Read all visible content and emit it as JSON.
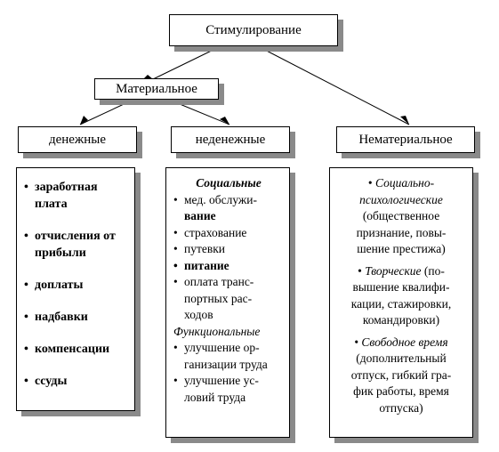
{
  "root": {
    "label": "Стимулирование"
  },
  "material": {
    "label": "Материальное"
  },
  "monetary": {
    "label": "денежные",
    "items": [
      "заработная плата",
      "отчисления от прибыли",
      "доплаты",
      "надбавки",
      "компенсации",
      "ссуды"
    ]
  },
  "nonmonetary": {
    "label": "неденежные",
    "social_header": "Социальные",
    "social_items": [
      "мед. обслужи-",
      "вание",
      "страхование",
      "путевки",
      "питание",
      "оплата транс-",
      "портных рас-",
      "ходов"
    ],
    "functional_header": "Функциональные",
    "functional_items": [
      "улучшение ор-",
      "ганизации труда",
      "улучшение ус-",
      "ловий труда"
    ]
  },
  "nonmaterial": {
    "label": "Нематериальное",
    "items": [
      {
        "title": "Социально-",
        "title2": "психологические",
        "lines": [
          "(общественное",
          "признание, повы-",
          "шение престижа)"
        ]
      },
      {
        "title": "Творческие",
        "suffix": " (по-",
        "lines": [
          "вышение квалифи-",
          "кации, стажировки,",
          "командировки)"
        ]
      },
      {
        "title": "Свободное время",
        "lines": [
          "(дополнительный",
          "отпуск, гибкий гра-",
          "фик работы, время",
          "отпуска)"
        ]
      }
    ]
  }
}
